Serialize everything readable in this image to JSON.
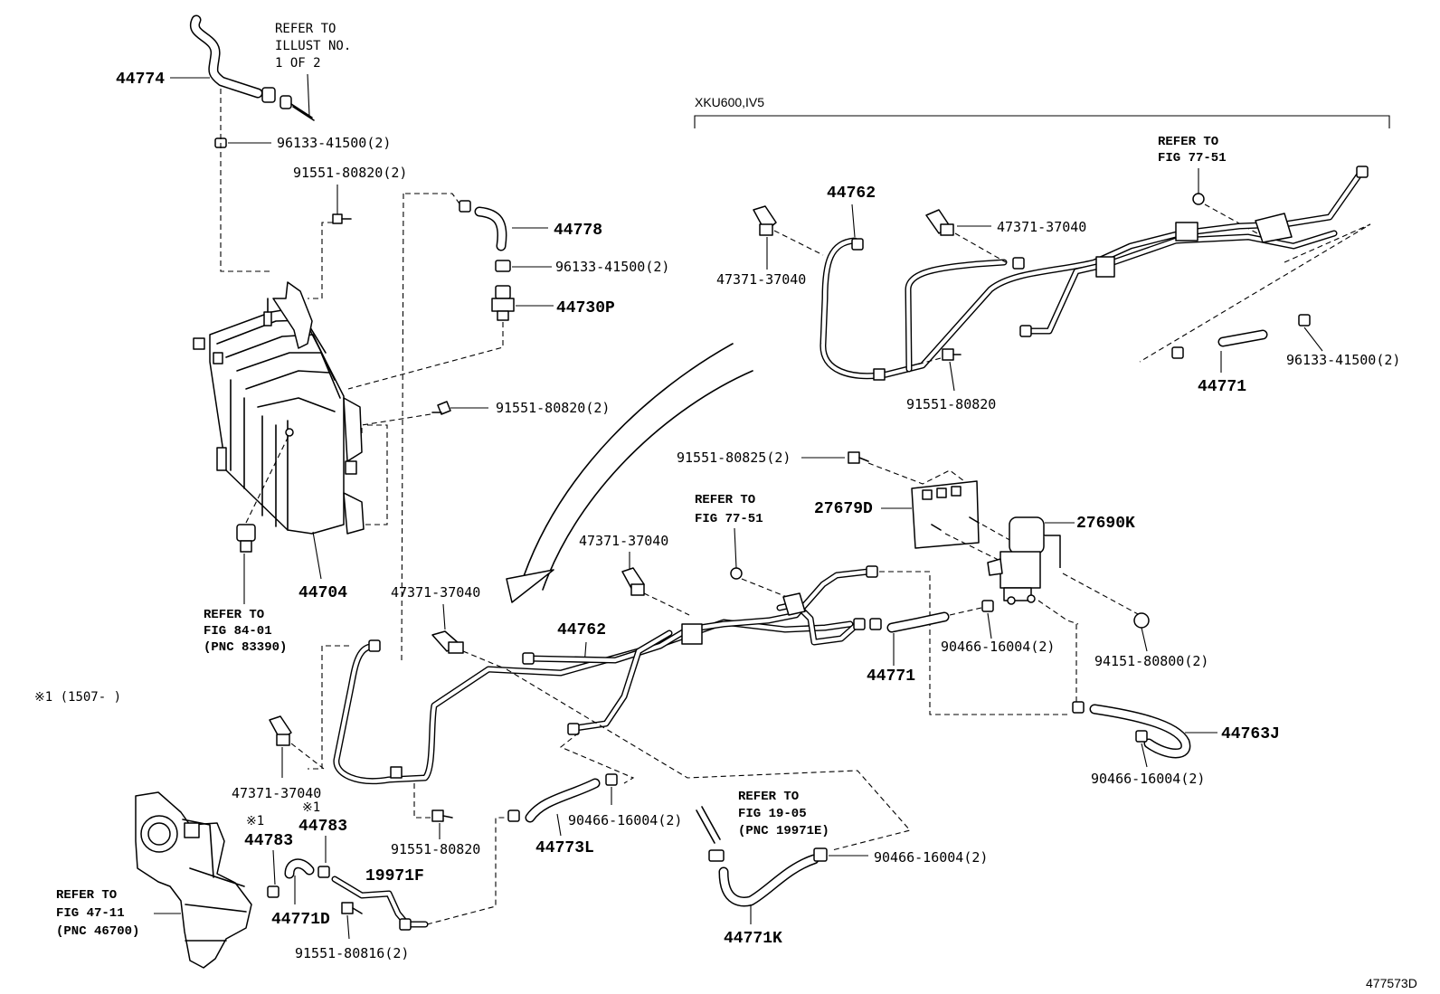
{
  "diagram_id": "477573D",
  "variant_label": "XKU600,IV5",
  "footnote": "※1 (1507-    )",
  "refs": {
    "illust": [
      "REFER TO",
      "ILLUST NO.",
      "1 OF 2"
    ],
    "fig8401": [
      "REFER TO",
      "FIG 84-01",
      "(PNC 83390)"
    ],
    "fig7751_top": [
      "REFER TO",
      "FIG 77-51"
    ],
    "fig7751_mid": [
      "REFER TO",
      "FIG 77-51"
    ],
    "fig1905": [
      "REFER TO",
      "FIG 19-05",
      "(PNC 19971E)"
    ],
    "fig4711": [
      "REFER TO",
      "FIG 47-11",
      "(PNC 46700)"
    ]
  },
  "labels": {
    "p44774": "44774",
    "p96133_a": "96133-41500(2)",
    "p91551_a": "91551-80820(2)",
    "p44778": "44778",
    "p96133_b": "96133-41500(2)",
    "p44730P": "44730P",
    "p91551_b": "91551-80820(2)",
    "p44704": "44704",
    "p44762_top": "44762",
    "p47371_t1": "47371-37040",
    "p47371_t2": "47371-37040",
    "p91551_t": "91551-80820",
    "p96133_t": "96133-41500(2)",
    "p44771_t": "44771",
    "p91551_825": "91551-80825(2)",
    "p27679D": "27679D",
    "p27690K": "27690K",
    "p47371_m1": "47371-37040",
    "p47371_m2": "47371-37040",
    "p44762_mid": "44762",
    "p44771_m": "44771",
    "p90466_a": "90466-16004(2)",
    "p94151": "94151-80800(2)",
    "p44763J": "44763J",
    "p90466_b": "90466-16004(2)",
    "p47371_b": "47371-37040",
    "mark_1a": "※1",
    "mark_1b": "※1",
    "p44783_a": "44783",
    "p44783_b": "44783",
    "p19971F": "19971F",
    "p44771D": "44771D",
    "p91551_816": "91551-80816(2)",
    "p91551_c": "91551-80820",
    "p90466_c": "90466-16004(2)",
    "p44773L": "44773L",
    "p90466_d": "90466-16004(2)",
    "p44771K": "44771K"
  }
}
